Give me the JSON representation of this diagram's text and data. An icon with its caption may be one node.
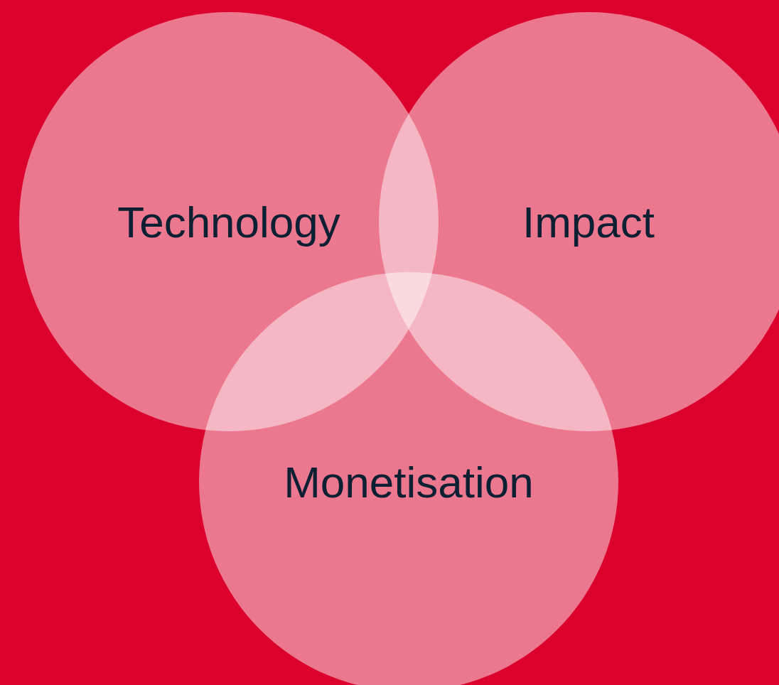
{
  "diagram": {
    "nodes": [
      {
        "text": [
          "Technology"
        ]
      },
      {
        "text": [
          "Impact"
        ]
      },
      {
        "text": [
          "Monetisation"
        ]
      }
    ]
  }
}
